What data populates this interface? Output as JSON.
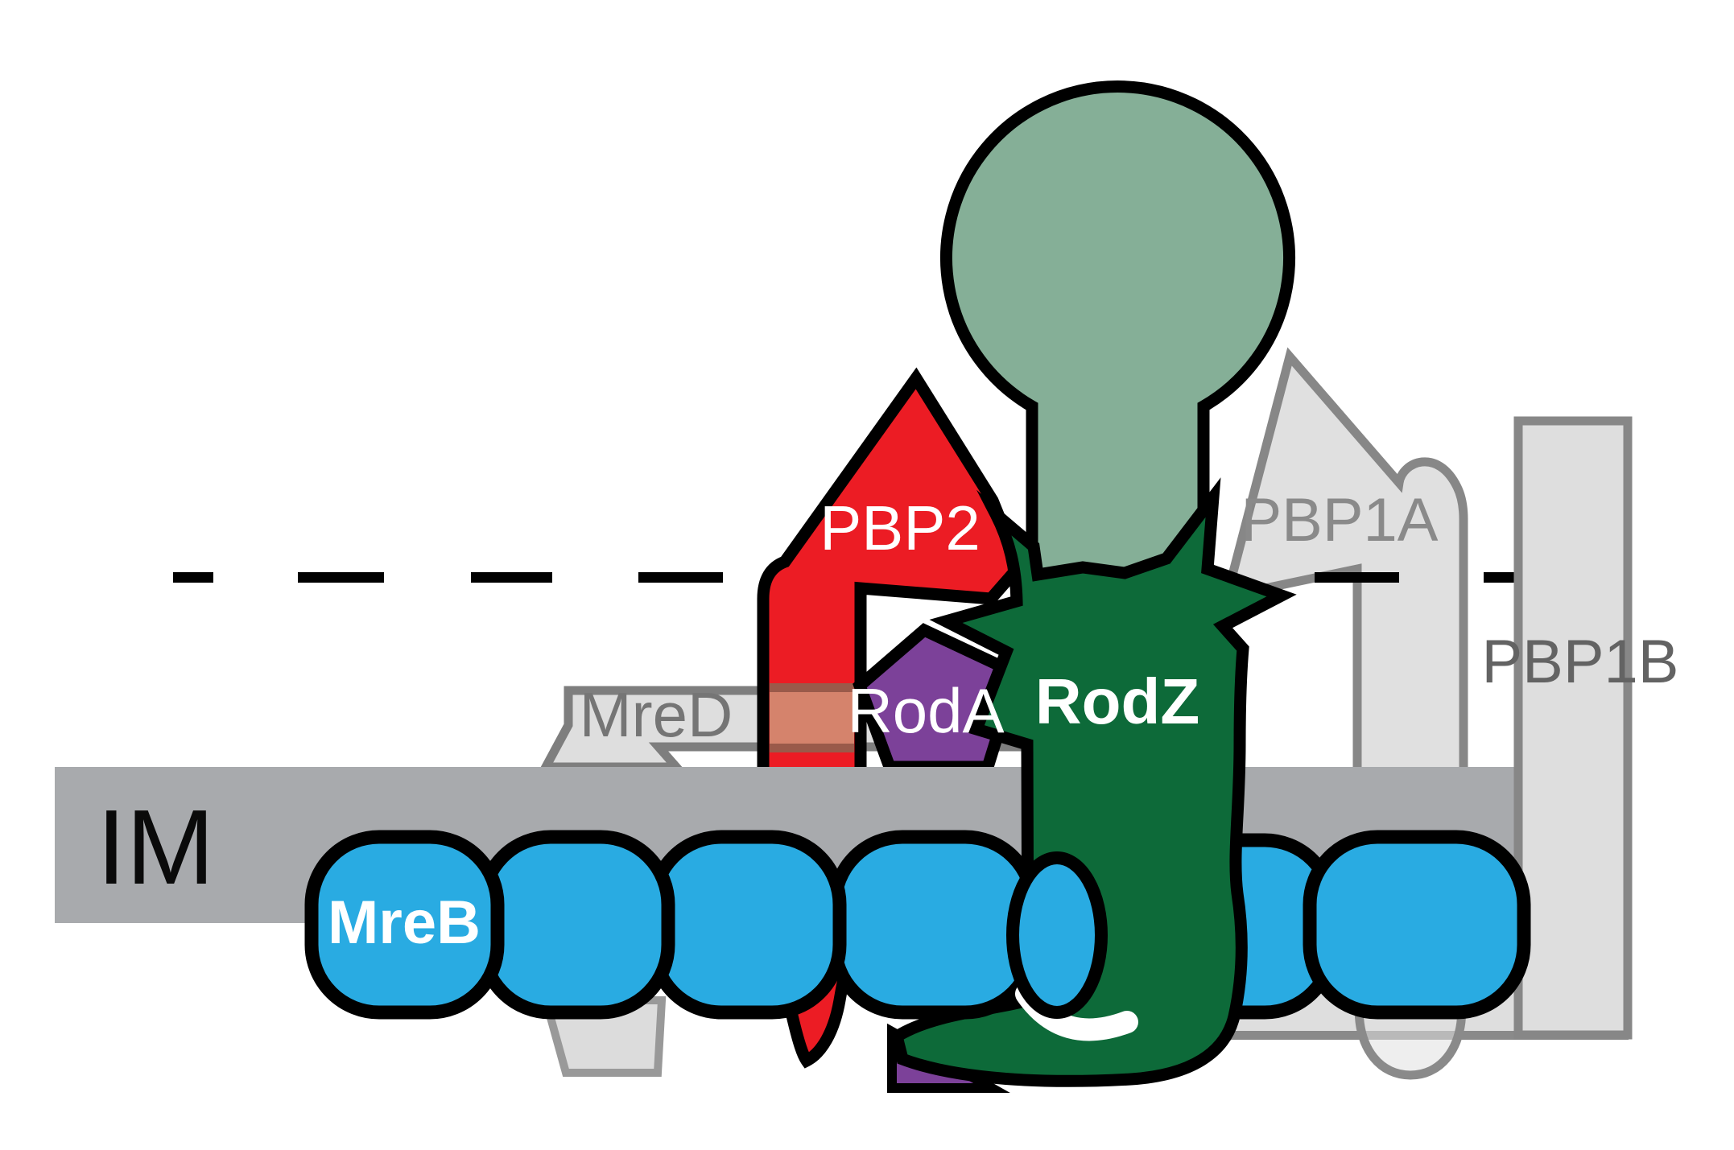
{
  "diagram": {
    "description": "Schematic of the bacterial Rod complex (elongasome) spanning the inner membrane",
    "labels": {
      "im": "IM",
      "mreb": "MreB",
      "mred": "MreD",
      "pbp2": "PBP2",
      "roda": "RodA",
      "rodz": "RodZ",
      "pbp1a": "PBP1A",
      "pbp1b": "PBP1B"
    },
    "colors": {
      "pbp2_red": "#EC1C24",
      "pbp2_tm_salmon": "#D5836C",
      "pbp2_tm_edge_brown": "#9A5A4A",
      "roda_purple": "#7C4199",
      "rodz_dark_green": "#0D6A39",
      "rodz_periplasmic_pale_green": "#85AF97",
      "mreb_blue": "#29ABE2",
      "membrane_gray": "#A8AAAD",
      "protein_light_gray": "#DEDEDE",
      "gray_outline": "#878787",
      "black_outline": "#000000",
      "dash_black": "#000000",
      "mred_text_gray": "#757575",
      "pbp1a_text_gray": "#8A8A8A",
      "pbp1b_text_gray": "#636363",
      "white": "#FFFFFF"
    }
  }
}
